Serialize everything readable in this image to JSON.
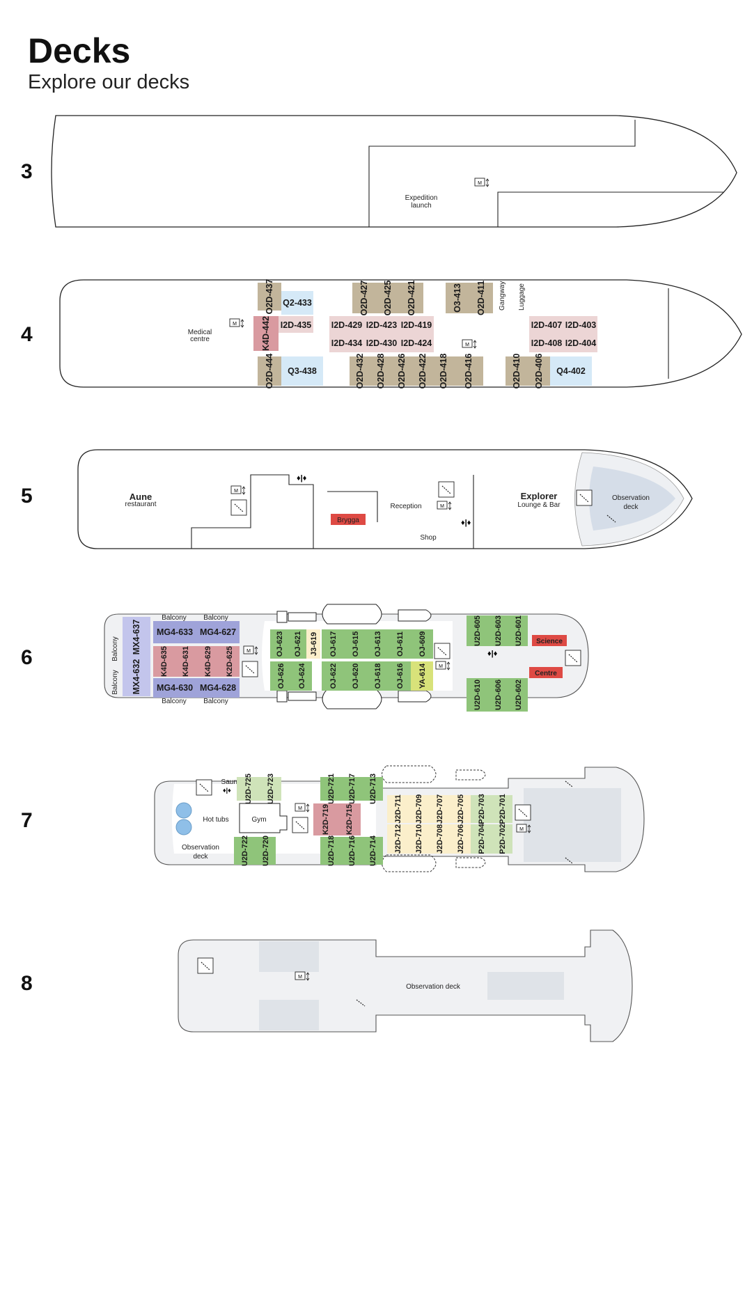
{
  "header": {
    "title": "Decks",
    "subtitle": "Explore our decks"
  },
  "colors": {
    "tan": "#c2b59b",
    "pink": "#ecd5d5",
    "lightblue": "#d5e9f7",
    "rose": "#d99aa0",
    "green": "#8fc47a",
    "lightgreen": "#cfe3b9",
    "cream": "#fbefcb",
    "lime": "#d8e27a",
    "purple": "#9fa3d9",
    "lavender": "#c3c5ec",
    "red": "#de4a44",
    "gray": "#e3e6ea",
    "outline": "#222222"
  },
  "decks": [
    {
      "number": "3",
      "labels": {
        "launch_line1": "Expedition",
        "launch_line2": "launch"
      }
    },
    {
      "number": "4",
      "labels": {
        "medical_line1": "Medical",
        "medical_line2": "centre",
        "gangway": "Gangway",
        "luggage": "Luggage"
      },
      "cabins": [
        "O2D-437",
        "Q2-433",
        "O2D-427",
        "O2D-425",
        "O2D-421",
        "O3-413",
        "O2D-411",
        "K4D-442",
        "I2D-435",
        "I2D-429",
        "I2D-423",
        "I2D-419",
        "I2D-434",
        "I2D-430",
        "I2D-424",
        "I2D-407",
        "I2D-403",
        "I2D-408",
        "I2D-404",
        "O2D-444",
        "Q3-438",
        "O2D-432",
        "O2D-428",
        "O2D-426",
        "O2D-422",
        "O2D-418",
        "O2D-416",
        "O2D-410",
        "O2D-406",
        "Q4-402"
      ]
    },
    {
      "number": "5",
      "labels": {
        "aune": "Aune",
        "restaurant": "restaurant",
        "brygga": "Brygga",
        "reception": "Reception",
        "shop": "Shop",
        "explorer": "Explorer",
        "lounge": "Lounge & Bar",
        "obs_line1": "Observation",
        "obs_line2": "deck"
      }
    },
    {
      "number": "6",
      "labels": {
        "balcony": "Balcony",
        "science": "Science",
        "centre": "Centre"
      },
      "cabins": [
        "MX4-637",
        "MX4-632",
        "MG4-633",
        "MG4-627",
        "K4D-635",
        "K4D-631",
        "K4D-629",
        "K2D-625",
        "MG4-630",
        "MG4-628",
        "OJ-623",
        "OJ-621",
        "J3-619",
        "OJ-617",
        "OJ-615",
        "OJ-613",
        "OJ-611",
        "OJ-609",
        "OJ-626",
        "OJ-624",
        "OJ-622",
        "OJ-620",
        "OJ-618",
        "OJ-616",
        "YA-614",
        "U2D-605",
        "U2D-603",
        "U2D-601",
        "U2D-610",
        "U2D-606",
        "U2D-602"
      ]
    },
    {
      "number": "7",
      "labels": {
        "sauna": "Sauna",
        "hot_tubs": "Hot tubs",
        "gym": "Gym",
        "obs_line1": "Observation",
        "obs_line2": "deck"
      },
      "cabins": [
        "U2D-725",
        "U2D-723",
        "U2D-721",
        "U2D-717",
        "U2D-713",
        "K2D-719",
        "K2D-715",
        "U2D-722",
        "U2D-720",
        "U2D-718",
        "U2D-716",
        "U2D-714",
        "J2D-711",
        "J2D-709",
        "J2D-707",
        "J2D-705",
        "P2D-703",
        "P2D-701",
        "J2D-712",
        "J2D-710",
        "J2D-708",
        "J2D-706",
        "P2D-704",
        "P2D-702"
      ]
    },
    {
      "number": "8",
      "labels": {
        "obs": "Observation deck"
      }
    }
  ]
}
